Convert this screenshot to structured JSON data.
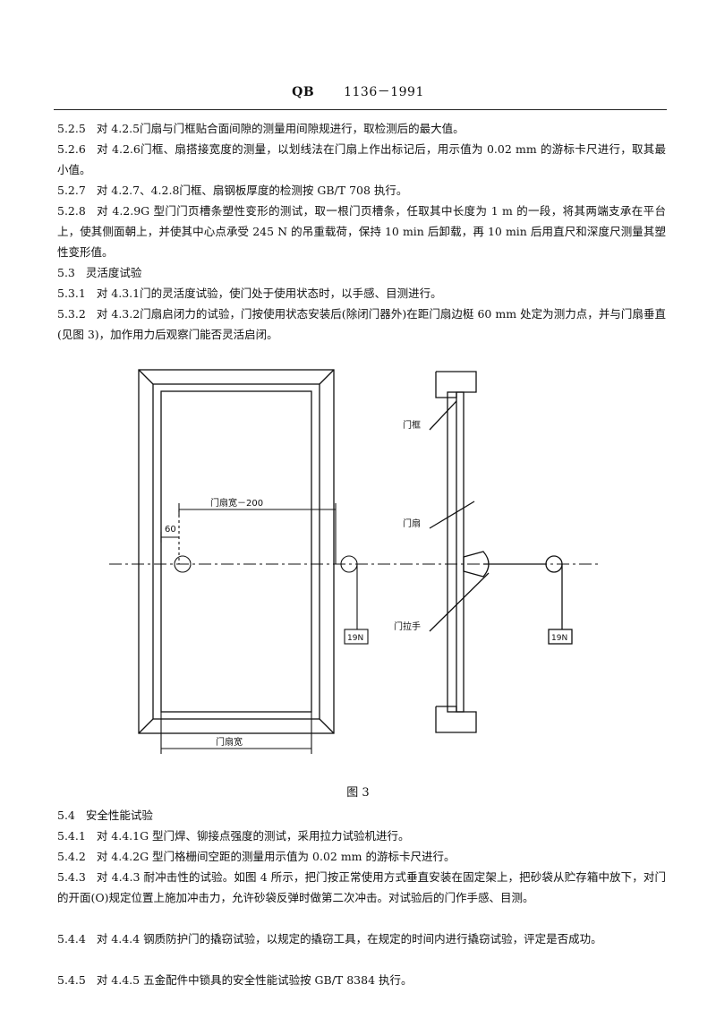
{
  "header": {
    "std_code": "QB",
    "std_number": "1136－1991"
  },
  "paragraphs_top": [
    {
      "num": "5.2.5",
      "text": "对 4.2.5门扇与门框贴合面间隙的测量用间隙规进行，取检测后的最大值。"
    },
    {
      "num": "5.2.6",
      "text": "对 4.2.6门框、扇搭接宽度的测量，以划线法在门扇上作出标记后，用示值为 0.02 mm 的游标卡尺进行，取其最小值。"
    },
    {
      "num": "5.2.7",
      "text": "对 4.2.7、4.2.8门框、扇钢板厚度的检测按 GB/T 708 执行。"
    },
    {
      "num": "5.2.8",
      "text": "对 4.2.9G 型门门页槽条塑性变形的测试，取一根门页槽条，任取其中长度为 1 m 的一段，将其两端支承在平台上，使其侧面朝上，并使其中心点承受 245 N 的吊重载荷，保持 10 min 后卸载，再 10 min 后用直尺和深度尺测量其塑性变形值。"
    },
    {
      "num": "5.3",
      "text": "灵活度试验"
    },
    {
      "num": "5.3.1",
      "text": "对 4.3.1门的灵活度试验，使门处于使用状态时，以手感、目测进行。"
    },
    {
      "num": "5.3.2",
      "text": "对 4.3.2门扇启闭力的试验，门按使用状态安装后(除闭门器外)在距门扇边梃 60 mm 处定为测力点，并与门扇垂直(见图 3)，加作用力后观察门能否灵活启闭。"
    }
  ],
  "figure": {
    "label_door_width_minus": "门扇宽－200",
    "label_60": "60",
    "label_door_width": "门扇宽",
    "label_weight_left": "19N",
    "label_weight_right": "19N",
    "label_frame": "门框",
    "label_leaf": "门扇",
    "label_handle": "门拉手",
    "caption": "图 3"
  },
  "paragraphs_bottom": [
    {
      "num": "5.4",
      "text": "安全性能试验"
    },
    {
      "num": "5.4.1",
      "text": "对 4.4.1G 型门焊、铆接点强度的测试，采用拉力试验机进行。"
    },
    {
      "num": "5.4.2",
      "text": "对 4.4.2G 型门格栅间空距的测量用示值为 0.02 mm 的游标卡尺进行。"
    },
    {
      "num": "5.4.3",
      "text": "对 4.4.3 耐冲击性的试验。如图 4 所示，把门按正常使用方式垂直安装在固定架上，把砂袋从贮存箱中放下，对门的开面(O)规定位置上施加冲击力，允许砂袋反弹时做第二次冲击。对试验后的门作手感、目测。"
    },
    {
      "num": "5.4.4",
      "text": "对 4.4.4 钢质防护门的撬窃试验，以规定的撬窃工具，在规定的时间内进行撬窃试验，评定是否成功。"
    },
    {
      "num": "5.4.5",
      "text": "对 4.4.5 五金配件中锁具的安全性能试验按 GB/T 8384 执行。"
    }
  ]
}
